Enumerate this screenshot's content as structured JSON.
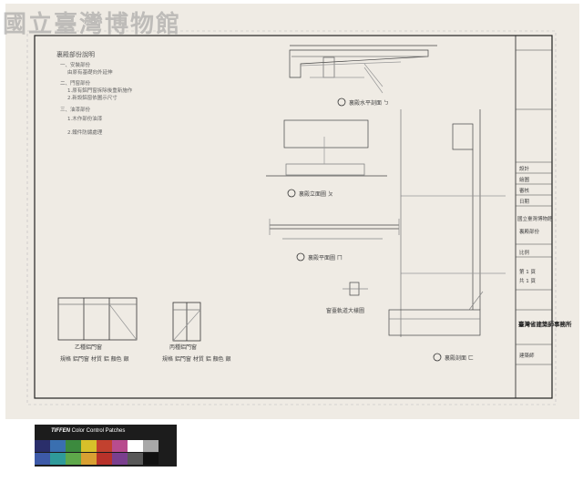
{
  "watermark": "國立臺灣博物館",
  "notes": {
    "title": "裏殿部份說明",
    "items": [
      "一、安裝部份",
      "由原有基礎向外延伸",
      "二、門窗部份",
      "1.原有鋁門窗拆除後重新施作",
      "2.新設鋁窗依圖示尺寸",
      "三、油漆部份",
      "1.木作部份油漆",
      "2.鐵件防鏽處理"
    ]
  },
  "labels": {
    "section_a": "裏殿水平剖面 ㄅ",
    "elevation_b": "裏殿立面圖 ㄆ",
    "plan_c": "裏殿平面圖 ㄇ",
    "detail_d": "窗臺軌道大樣圖",
    "section_e": "裏殿剖面 ㄈ",
    "door_1": "乙種鋁門窗",
    "door_2": "丙種鋁門窗",
    "door1_spec": "規格 鋁門窗 材質 鋁 顏色 銀",
    "door2_spec": "規格 鋁門窗 材質 鋁 顏色 銀"
  },
  "title_block": {
    "rows": [
      "設計",
      "繪圖",
      "審核",
      "日期",
      "比例"
    ],
    "project": "國立臺灣博物館",
    "drawing_name": "裏殿部份",
    "sheet": "第 1 頁",
    "sheet_count": "共 1 頁",
    "firm": "臺灣省建築師事務所",
    "firm_sub": "建築師"
  },
  "color_patches": {
    "title": "Color Control Patches",
    "brand": "TIFFEN",
    "top_row": [
      "#2a2e6a",
      "#3a6fb0",
      "#3c8a3e",
      "#d7c02a",
      "#c2412f",
      "#b84c8e",
      "#ffffff",
      "#a8a8a8"
    ],
    "bottom_row": [
      "#3d5aa8",
      "#2f9a9a",
      "#5ea84a",
      "#d9a032",
      "#b8322a",
      "#7a3f8e",
      "#585858",
      "#111111"
    ]
  }
}
